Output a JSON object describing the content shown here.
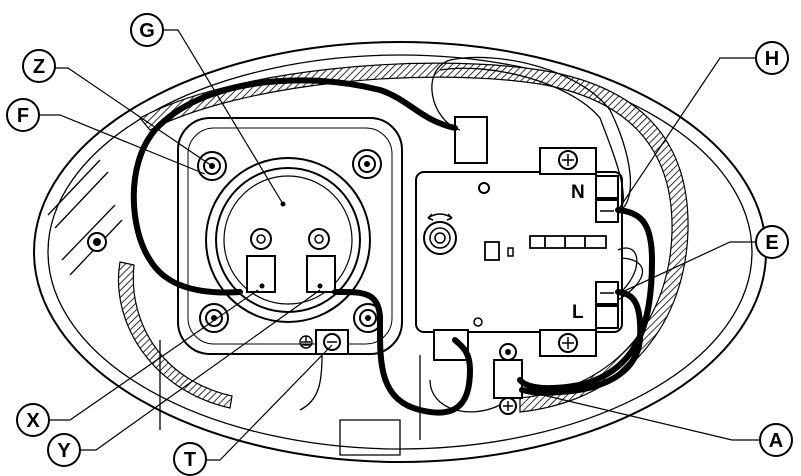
{
  "diagram": {
    "callouts": [
      {
        "id": "z",
        "label": "Z"
      },
      {
        "id": "g",
        "label": "G"
      },
      {
        "id": "f",
        "label": "F"
      },
      {
        "id": "h",
        "label": "H"
      },
      {
        "id": "e",
        "label": "E"
      },
      {
        "id": "x",
        "label": "X"
      },
      {
        "id": "y",
        "label": "Y"
      },
      {
        "id": "t",
        "label": "T"
      },
      {
        "id": "a",
        "label": "A"
      }
    ],
    "terminals": {
      "neutral": "N",
      "live": "L"
    }
  }
}
